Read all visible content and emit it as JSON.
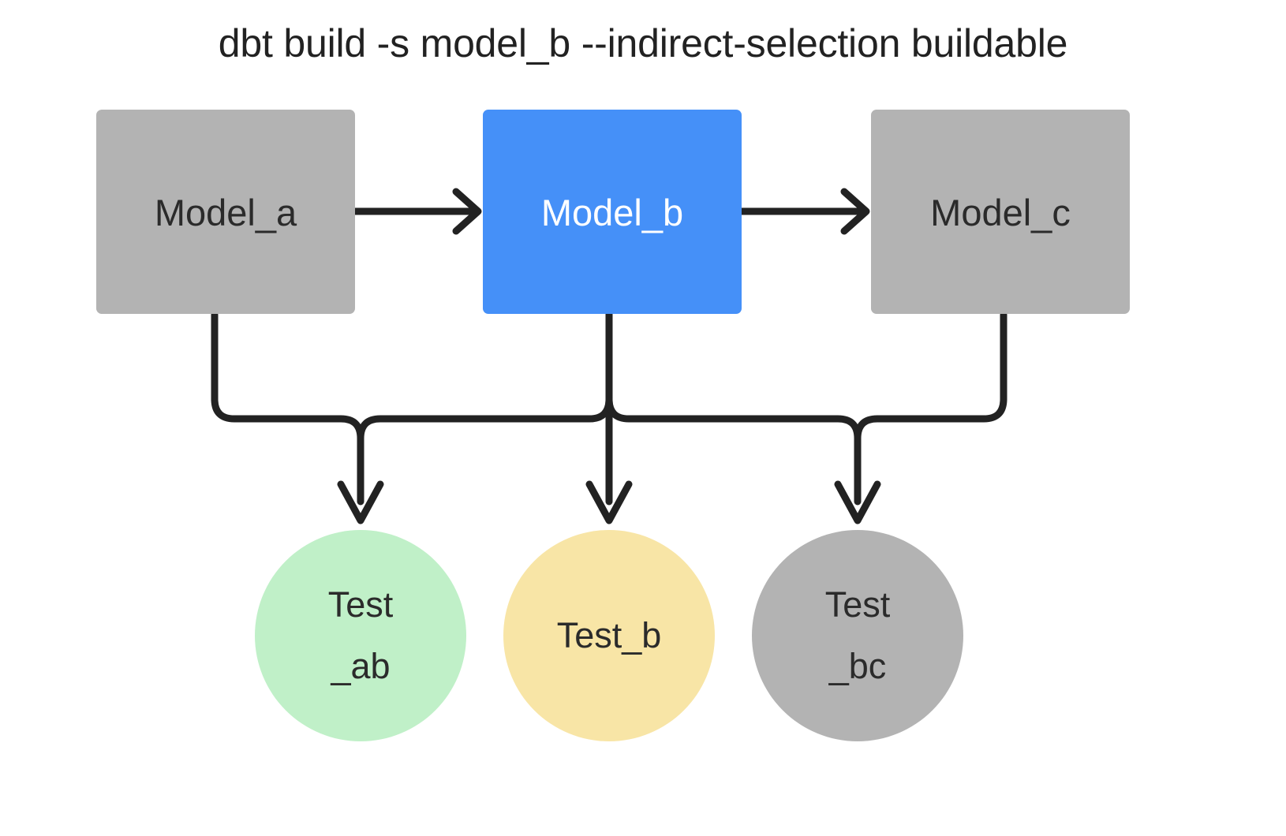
{
  "diagram": {
    "title": "dbt build -s model_b --indirect-selection buildable",
    "type": "dag",
    "background_color": "#ffffff",
    "edge_color": "#222222",
    "nodes": [
      {
        "id": "model_a",
        "label": "Model_a",
        "shape": "rectangle",
        "fill": "#b3b3b3",
        "text_color": "#2b2b2b",
        "state": "not-selected"
      },
      {
        "id": "model_b",
        "label": "Model_b",
        "shape": "rectangle",
        "fill": "#4590f8",
        "text_color": "#ffffff",
        "state": "selected"
      },
      {
        "id": "model_c",
        "label": "Model_c",
        "shape": "rectangle",
        "fill": "#b3b3b3",
        "text_color": "#2b2b2b",
        "state": "not-selected"
      },
      {
        "id": "test_ab",
        "label_line1": "Test",
        "label_line2": "_ab",
        "shape": "circle",
        "fill": "#c0f0c8",
        "text_color": "#2b2b2b",
        "state": "will-run"
      },
      {
        "id": "test_b",
        "label_line1": "Test_b",
        "label_line2": "",
        "shape": "circle",
        "fill": "#f8e5a6",
        "text_color": "#2b2b2b",
        "state": "partially-run"
      },
      {
        "id": "test_bc",
        "label_line1": "Test",
        "label_line2": "_bc",
        "shape": "circle",
        "fill": "#b3b3b3",
        "text_color": "#2b2b2b",
        "state": "not-run"
      }
    ],
    "edges": [
      {
        "from": "model_a",
        "to": "model_b",
        "style": "straight-arrow"
      },
      {
        "from": "model_b",
        "to": "model_c",
        "style": "straight-arrow"
      },
      {
        "from": "model_a",
        "to": "test_ab",
        "style": "orthogonal-arrow"
      },
      {
        "from": "model_b",
        "to": "test_ab",
        "style": "orthogonal-arrow"
      },
      {
        "from": "model_b",
        "to": "test_b",
        "style": "straight-arrow"
      },
      {
        "from": "model_b",
        "to": "test_bc",
        "style": "orthogonal-arrow"
      },
      {
        "from": "model_c",
        "to": "test_bc",
        "style": "orthogonal-arrow"
      }
    ]
  }
}
